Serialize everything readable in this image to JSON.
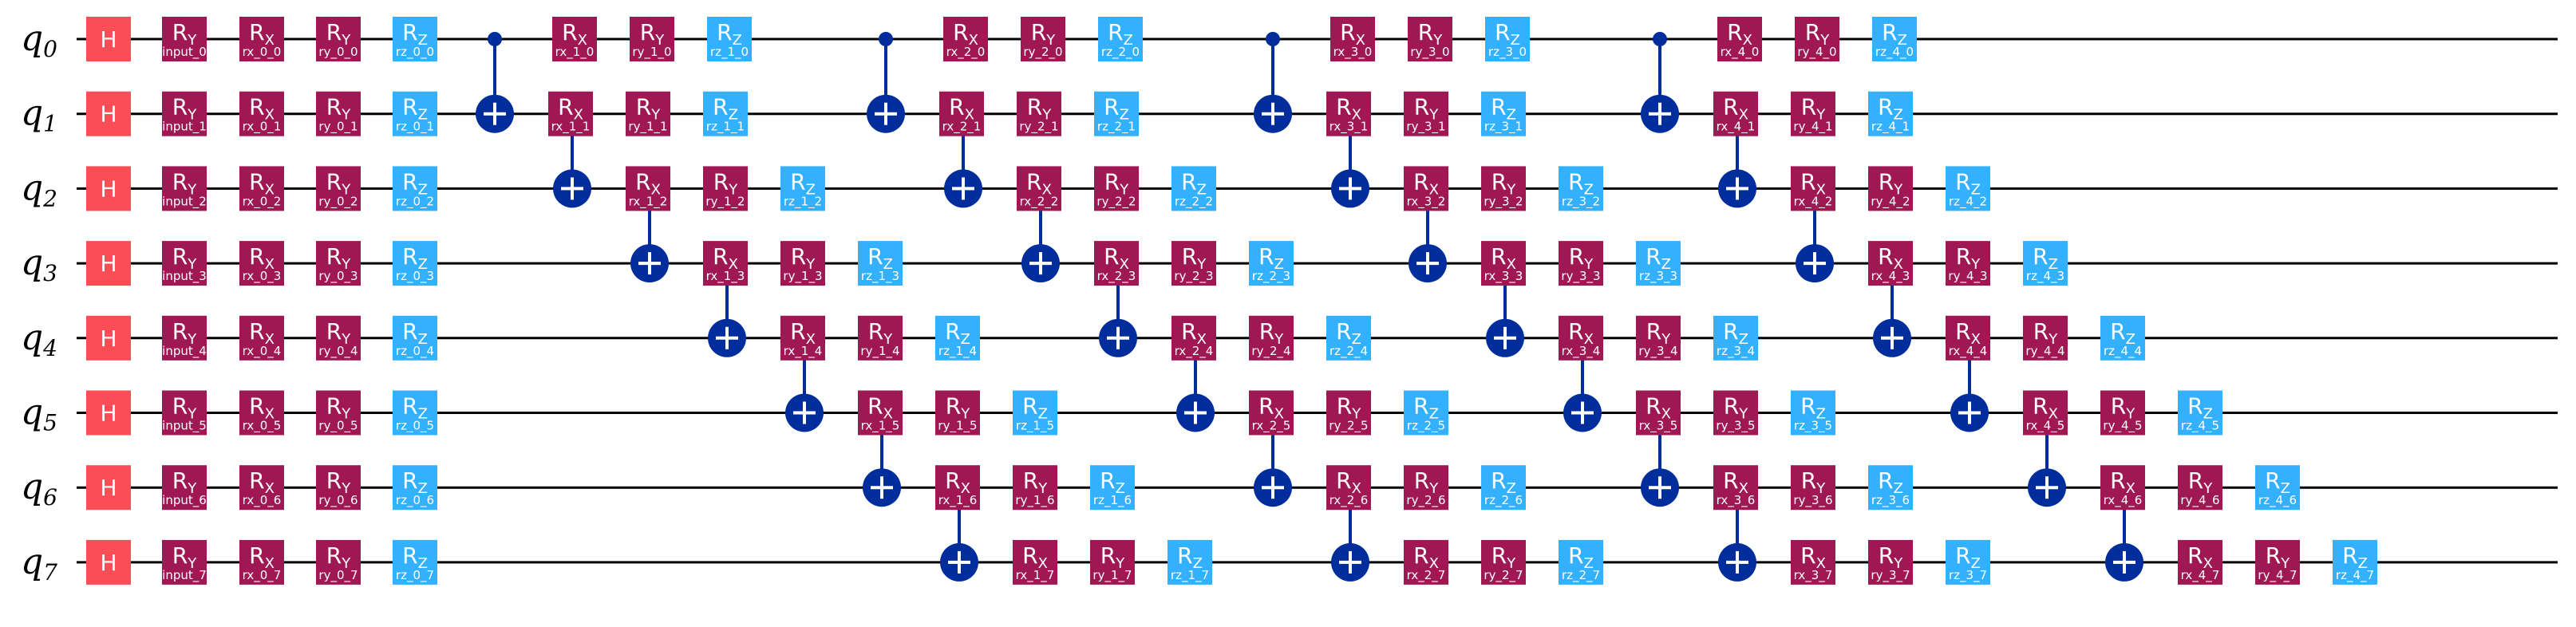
{
  "colors": {
    "h": "#fa4d56",
    "rx": "#9f1853",
    "ry": "#9f1853",
    "rz": "#33b1ff",
    "cx": "#002d9c",
    "wire": "#000000"
  },
  "qubits": [
    "q0",
    "q1",
    "q2",
    "q3",
    "q4",
    "q5",
    "q6",
    "q7"
  ],
  "initial_layer": {
    "h_label": "H",
    "gates": [
      {
        "label": "RY",
        "params": [
          "input_0",
          "input_1",
          "input_2",
          "input_3",
          "input_4",
          "input_5",
          "input_6",
          "input_7"
        ]
      },
      {
        "label": "RX",
        "params": [
          "rx_0_0",
          "rx_0_1",
          "rx_0_2",
          "rx_0_3",
          "rx_0_4",
          "rx_0_5",
          "rx_0_6",
          "rx_0_7"
        ]
      },
      {
        "label": "RY",
        "params": [
          "ry_0_0",
          "ry_0_1",
          "ry_0_2",
          "ry_0_3",
          "ry_0_4",
          "ry_0_5",
          "ry_0_6",
          "ry_0_7"
        ]
      },
      {
        "label": "RZ",
        "params": [
          "rz_0_0",
          "rz_0_1",
          "rz_0_2",
          "rz_0_3",
          "rz_0_4",
          "rz_0_5",
          "rz_0_6",
          "rz_0_7"
        ]
      }
    ]
  },
  "layers": [
    1,
    2,
    3,
    4
  ],
  "rotation_labels": {
    "rx": "RX",
    "ry": "RY",
    "rz": "RZ"
  },
  "param_prefixes": {
    "rx": "rx",
    "ry": "ry",
    "rz": "rz"
  }
}
